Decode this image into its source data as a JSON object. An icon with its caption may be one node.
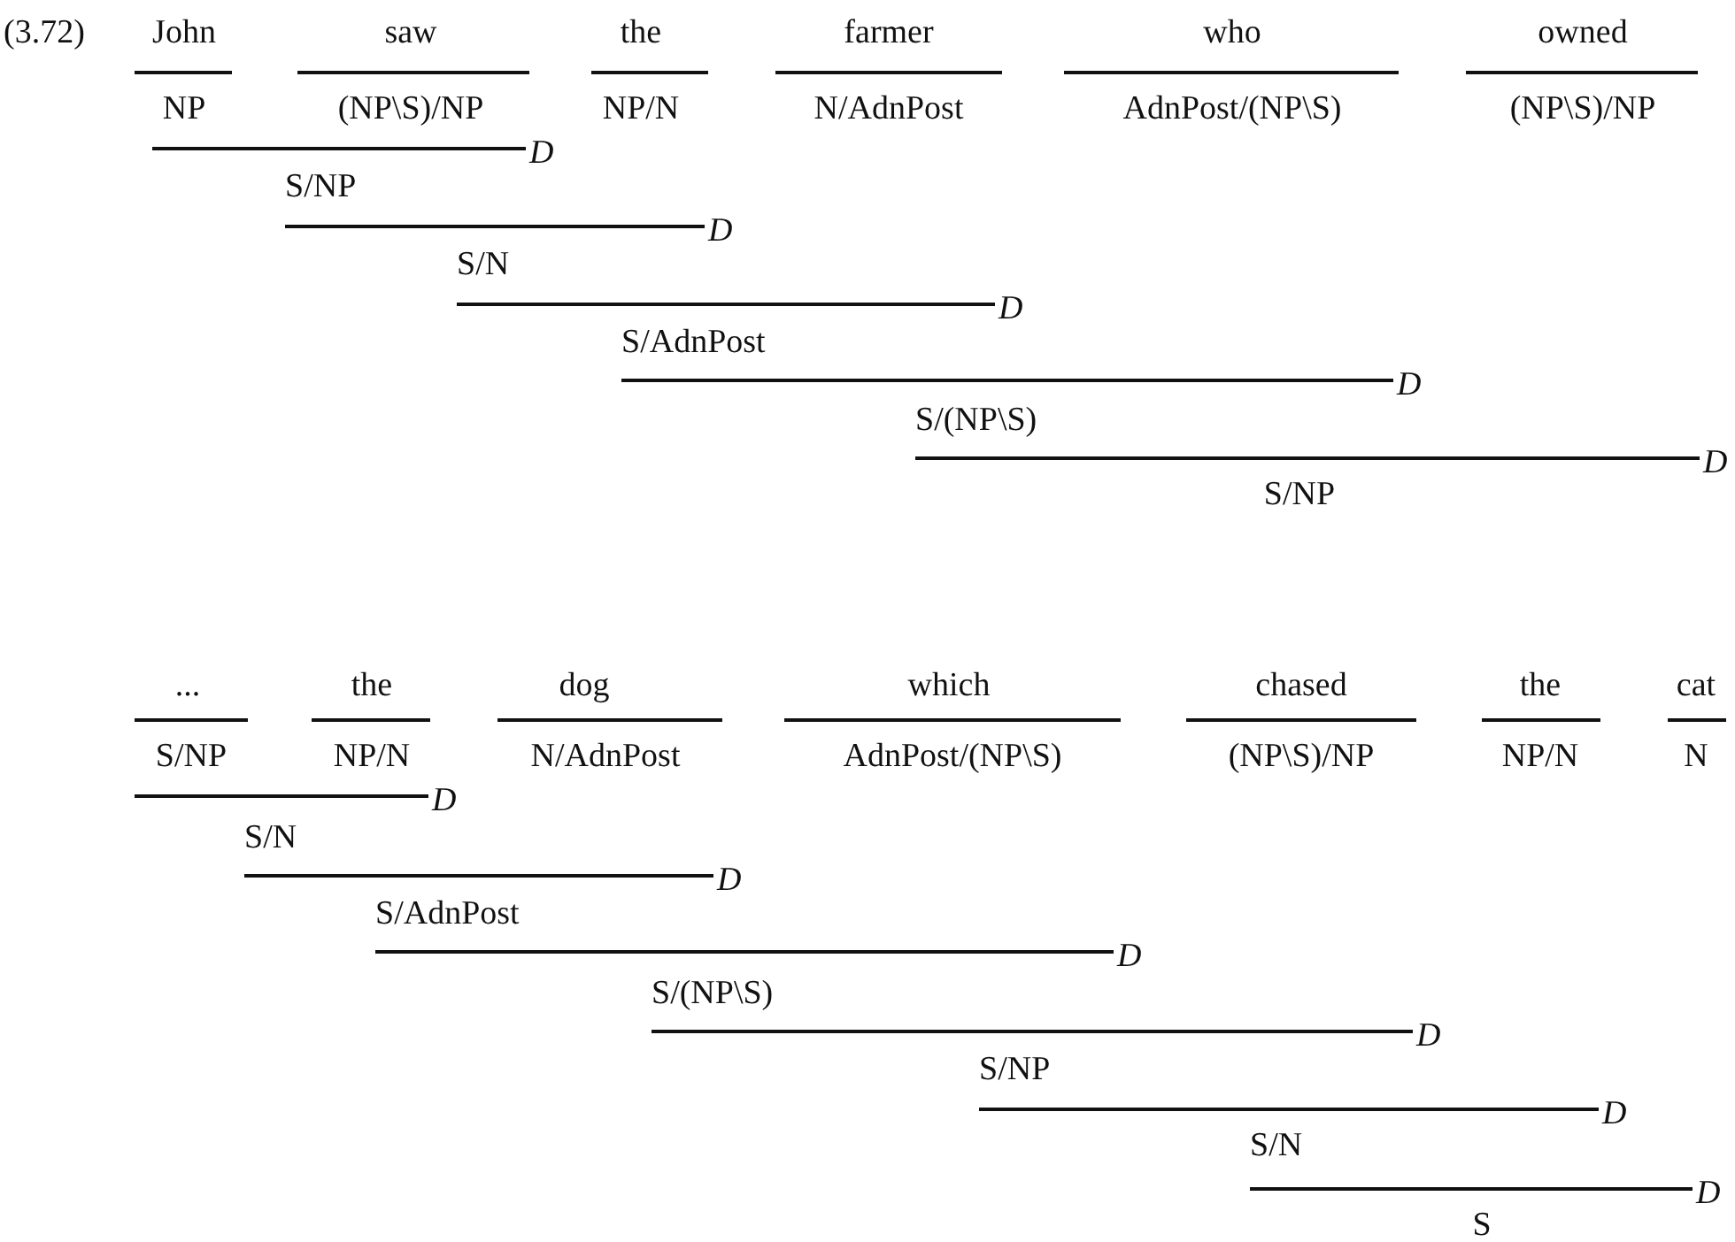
{
  "diagram": {
    "labels": [
      "(3.72)",
      "John",
      "saw",
      "the",
      "farmer",
      "who",
      "owned",
      "NP",
      "(NP\\S)/NP",
      "NP/N",
      "N/AdnPost",
      "AdnPost/(NP\\S)",
      "(NP\\S)/NP",
      "D",
      "S/NP",
      "D",
      "S/N",
      "D",
      "S/AdnPost",
      "D",
      "S/(NP\\S)",
      "D",
      "S/NP",
      "...",
      "the",
      "dog",
      "which",
      "chased",
      "the",
      "cat",
      "S/NP",
      "NP/N",
      "N/AdnPost",
      "AdnPost/(NP\\S)",
      "(NP\\S)/NP",
      "NP/N",
      "N",
      "D",
      "S/N",
      "D",
      "S/AdnPost",
      "D",
      "S/(NP\\S)",
      "D",
      "S/NP",
      "D",
      "S/N",
      "D",
      "S"
    ]
  }
}
